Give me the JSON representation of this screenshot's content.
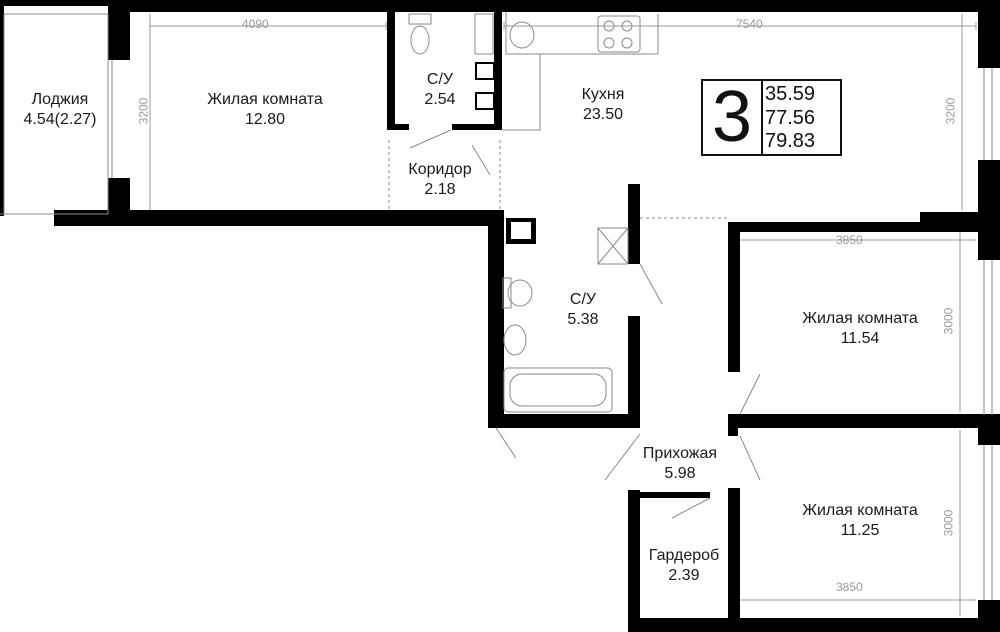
{
  "summary": {
    "rooms_count": "3",
    "living_area": "35.59",
    "total_area": "77.56",
    "total_area_with_loggia": "79.83"
  },
  "rooms": {
    "loggia": {
      "name": "Лоджия",
      "area": "4.54(2.27)"
    },
    "living_1": {
      "name": "Жилая комната",
      "area": "12.80"
    },
    "bathroom_1": {
      "name": "С/У",
      "area": "2.54"
    },
    "corridor": {
      "name": "Коридор",
      "area": "2.18"
    },
    "kitchen": {
      "name": "Кухня",
      "area": "23.50"
    },
    "bathroom_2": {
      "name": "С/У",
      "area": "5.38"
    },
    "living_2": {
      "name": "Жилая комната",
      "area": "11.54"
    },
    "hallway": {
      "name": "Прихожая",
      "area": "5.98"
    },
    "living_3": {
      "name": "Жилая комната",
      "area": "11.25"
    },
    "wardrobe": {
      "name": "Гардероб",
      "area": "2.39"
    }
  },
  "dimensions": {
    "living_1_width": "4090",
    "living_1_depth": "3200",
    "kitchen_width": "7540",
    "kitchen_depth": "3200",
    "living_2_width": "3850",
    "living_2_depth": "3000",
    "living_3_width": "3850",
    "living_3_depth": "3000"
  },
  "colors": {
    "wall": "#000000",
    "dimension": "#9a9a9a",
    "fixture": "#8a8a8a",
    "text": "#1a1a1a"
  }
}
